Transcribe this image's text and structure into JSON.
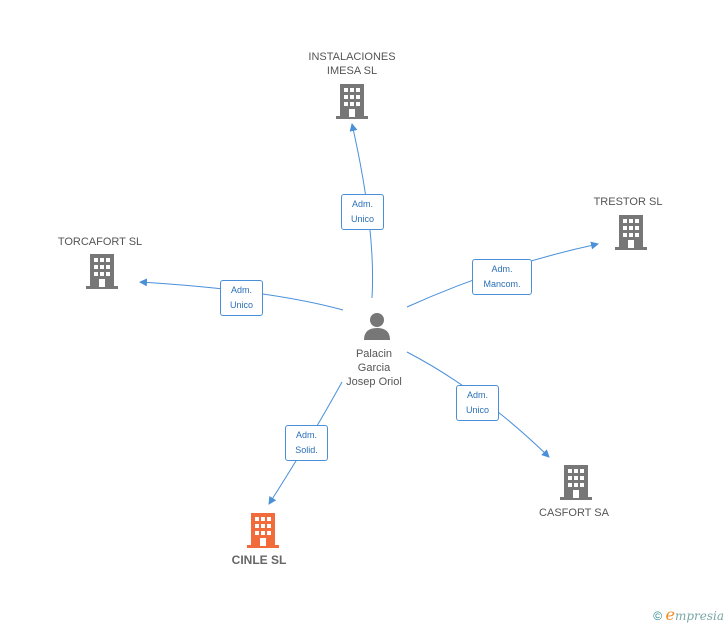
{
  "center": {
    "name": "Palacin\nGarcia\nJosep Oriol",
    "icon": "person-icon"
  },
  "companies": [
    {
      "id": "instalaciones",
      "name": "INSTALACIONES\nIMESA SL",
      "icon": "building-icon",
      "highlight": false
    },
    {
      "id": "trestor",
      "name": "TRESTOR SL",
      "icon": "building-icon",
      "highlight": false
    },
    {
      "id": "torcafort",
      "name": "TORCAFORT SL",
      "icon": "building-icon",
      "highlight": false
    },
    {
      "id": "casfort",
      "name": "CASFORT SA",
      "icon": "building-icon",
      "highlight": false
    },
    {
      "id": "cinle",
      "name": "CINLE SL",
      "icon": "building-icon",
      "highlight": true
    }
  ],
  "relations": [
    {
      "to": "instalaciones",
      "line1": "Adm.",
      "line2": "Unico"
    },
    {
      "to": "trestor",
      "line1": "Adm.",
      "line2": "Mancom."
    },
    {
      "to": "torcafort",
      "line1": "Adm.",
      "line2": "Unico"
    },
    {
      "to": "casfort",
      "line1": "Adm.",
      "line2": "Unico"
    },
    {
      "to": "cinle",
      "line1": "Adm.",
      "line2": "Solid."
    }
  ],
  "footer": {
    "copyright": "©",
    "brand_e": "e",
    "brand_rest": "mpresia"
  },
  "colors": {
    "edge": "#4a90d9",
    "node": "#777777",
    "highlight": "#f26b3a"
  }
}
